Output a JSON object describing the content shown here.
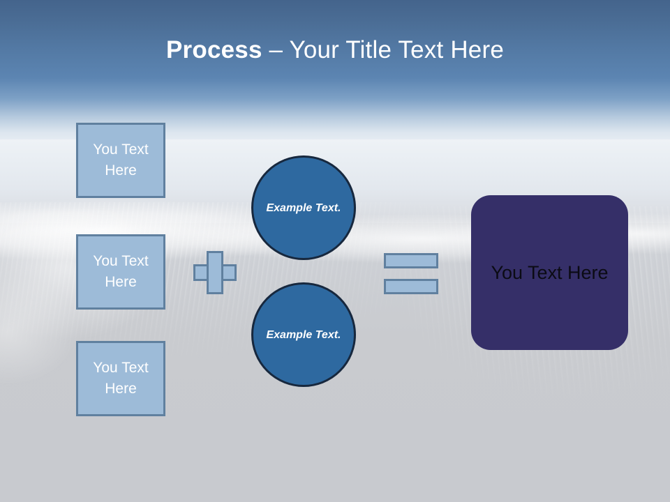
{
  "slide": {
    "title": {
      "strong": "Process",
      "rest": " – Your Title Text Here"
    },
    "inputs": [
      {
        "label": "You Text Here"
      },
      {
        "label": "You Text Here"
      },
      {
        "label": "You Text Here"
      }
    ],
    "operators": {
      "plus": "+",
      "equals": "="
    },
    "circles": [
      {
        "label": "Example Text."
      },
      {
        "label": "Example Text."
      }
    ],
    "result": {
      "label": "You Text Here"
    },
    "colors": {
      "title_text": "#ffffff",
      "sky_top": "#44648c",
      "sky_bottom": "#eef2f6",
      "floor": "#c9cbcf",
      "box_fill": "#9dbbd8",
      "box_border": "#60809f",
      "box_text": "#ffffff",
      "circle_fill": "#2e69a0",
      "circle_border": "#17283e",
      "circle_text": "#ffffff",
      "result_fill": "#352f68",
      "result_text": "#0b0b14"
    }
  }
}
